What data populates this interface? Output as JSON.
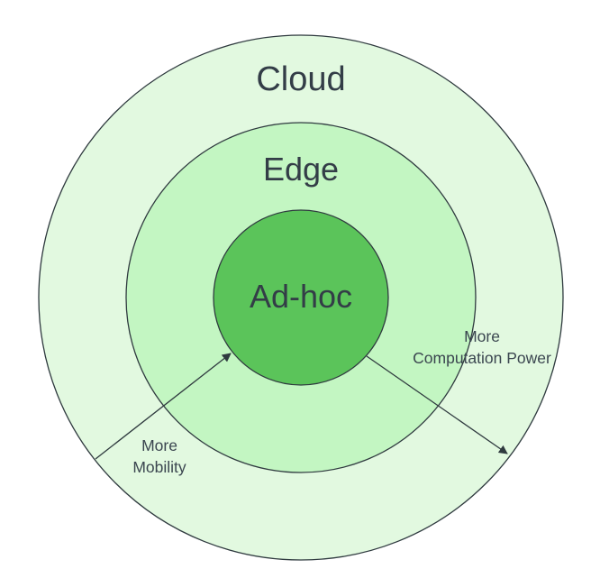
{
  "diagram": {
    "rings": {
      "cloud": {
        "label": "Cloud",
        "fill": "#e2f9e0"
      },
      "edge": {
        "label": "Edge",
        "fill": "#c3f6c2"
      },
      "adhoc": {
        "label": "Ad-hoc",
        "fill": "#5bc45a"
      }
    },
    "stroke_color": "#2f3a3f",
    "arrows": {
      "mobility": {
        "line1": "More",
        "line2": "Mobility"
      },
      "computation": {
        "line1": "More",
        "line2": "Computation Power"
      }
    }
  }
}
